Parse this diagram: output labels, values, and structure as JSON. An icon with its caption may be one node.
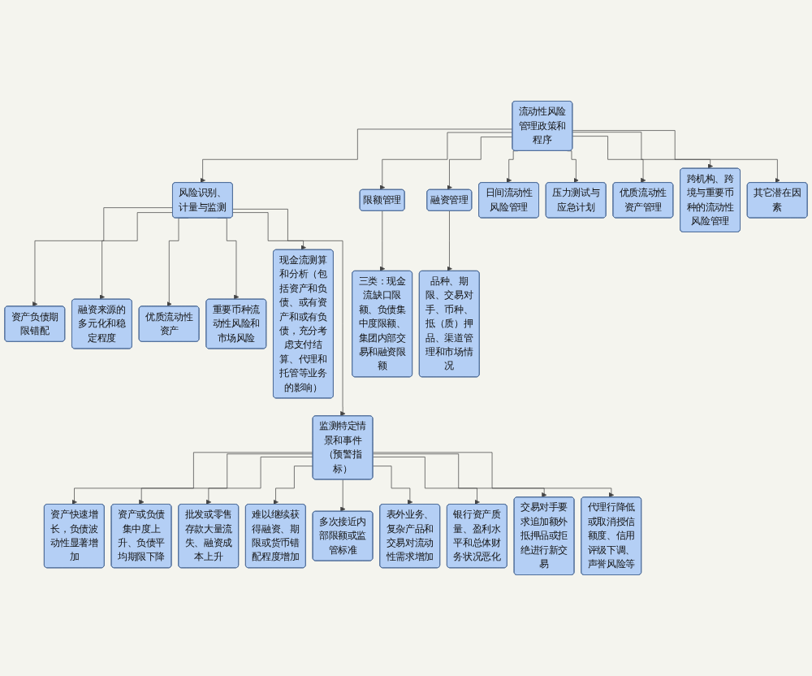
{
  "diagram": {
    "nodes": [
      {
        "text": [
          "流动性风险管理政策和程序"
        ]
      },
      {
        "text": [
          "风险识别、计量与监测"
        ]
      },
      {
        "text": [
          "限额管理"
        ]
      },
      {
        "text": [
          "融资管理"
        ]
      },
      {
        "text": [
          "日间流动性风险管理"
        ]
      },
      {
        "text": [
          "压力测试与应急计划"
        ]
      },
      {
        "text": [
          "优质流动性资产管理"
        ]
      },
      {
        "text": [
          "跨机构、跨境与重要币种的流动性风险管理"
        ]
      },
      {
        "text": [
          "其它潜在因素"
        ]
      },
      {
        "text": [
          "资产负债期限错配"
        ]
      },
      {
        "text": [
          "三类：现金流缺口限额、负债集中度限额、集团内部交易和融资限额"
        ]
      },
      {
        "text": [
          "融资来源的多元化和稳定程度"
        ]
      },
      {
        "text": [
          "品种、期限、交易对手、币种、抵（质）押品、渠道管理和市场情况"
        ]
      },
      {
        "text": [
          "优质流动性资产"
        ]
      },
      {
        "text": [
          "重要币种流动性风险和市场风险"
        ]
      },
      {
        "text": [
          "现金流测算和分析（包括资产和负债、或有资产和或有负债，充分考虑支付结算、代理和托管等业务的影响）"
        ]
      },
      {
        "text": [
          "监测特定情景和事件（预警指标）"
        ]
      },
      {
        "text": [
          "资产快速增长，负债波动性显著增加"
        ]
      },
      {
        "text": [
          "资产或负债集中度上升、负债平均期限下降"
        ]
      },
      {
        "text": [
          "批发或零售存款大量流失、融资成本上升"
        ]
      },
      {
        "text": [
          "难以继续获得融资、期限或货币错配程度增加"
        ]
      },
      {
        "text": [
          "多次接近内部限额或监管标准"
        ]
      },
      {
        "text": [
          "表外业务、复杂产品和交易对流动性需求增加"
        ]
      },
      {
        "text": [
          "银行资产质量、盈利水平和总体财务状况恶化"
        ]
      },
      {
        "text": [
          "交易对手要求追加额外抵押品或拒绝进行新交易"
        ]
      },
      {
        "text": [
          "代理行降低或取消授信额度、信用评级下调、声誉风险等"
        ]
      }
    ],
    "edges": [
      {
        "from": 0,
        "to": 1,
        "arrow": "to"
      },
      {
        "from": 0,
        "to": 2,
        "arrow": "to"
      },
      {
        "from": 0,
        "to": 3,
        "arrow": "to"
      },
      {
        "from": 0,
        "to": 4,
        "arrow": "to"
      },
      {
        "from": 0,
        "to": 5,
        "arrow": "to"
      },
      {
        "from": 0,
        "to": 6,
        "arrow": "to"
      },
      {
        "from": 0,
        "to": 7,
        "arrow": "to"
      },
      {
        "from": 0,
        "to": 8,
        "arrow": "to"
      },
      {
        "from": 1,
        "to": 9,
        "arrow": "to"
      },
      {
        "from": 2,
        "to": 10,
        "arrow": "to"
      },
      {
        "from": 1,
        "to": 11,
        "arrow": "to"
      },
      {
        "from": 3,
        "to": 12,
        "arrow": "to"
      },
      {
        "from": 1,
        "to": 13,
        "arrow": "to"
      },
      {
        "from": 1,
        "to": 14,
        "arrow": "to"
      },
      {
        "from": 1,
        "to": 15,
        "arrow": "to"
      },
      {
        "from": 1,
        "to": 16,
        "arrow": "to"
      },
      {
        "from": 16,
        "to": 17,
        "arrow": "to"
      },
      {
        "from": 16,
        "to": 18,
        "arrow": "to"
      },
      {
        "from": 16,
        "to": 19,
        "arrow": "to"
      },
      {
        "from": 16,
        "to": 20,
        "arrow": "to"
      },
      {
        "from": 16,
        "to": 21,
        "arrow": "to"
      },
      {
        "from": 16,
        "to": 22,
        "arrow": "to"
      },
      {
        "from": 16,
        "to": 23,
        "arrow": "to"
      },
      {
        "from": 16,
        "to": 24,
        "arrow": "to"
      },
      {
        "from": 16,
        "to": 25,
        "arrow": "to"
      }
    ]
  }
}
